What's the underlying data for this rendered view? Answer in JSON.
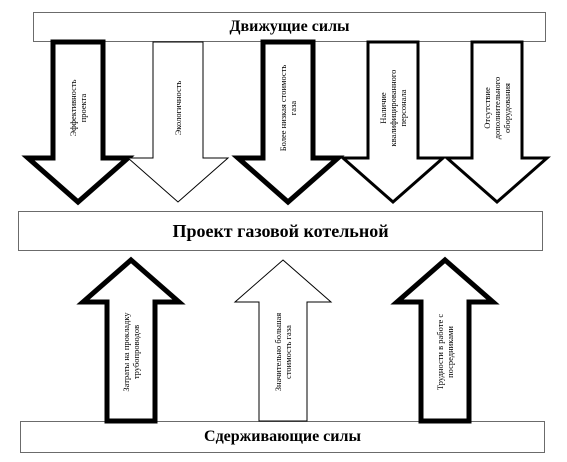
{
  "driving_forces_title": "Движущие силы",
  "project_title": "Проект газовой котельной",
  "restraining_forces_title": "Сдерживающие силы",
  "driving_forces": [
    {
      "lines": [
        "Эффективность",
        "проекта"
      ],
      "strength": "strong"
    },
    {
      "lines": [
        "Экологичность"
      ],
      "strength": "weak"
    },
    {
      "lines": [
        "Более низкая стоимость",
        "газа"
      ],
      "strength": "strong"
    },
    {
      "lines": [
        "Наличие",
        "квалифицированного",
        "персонала"
      ],
      "strength": "medium"
    },
    {
      "lines": [
        "Отсутствие",
        "дополнительного",
        "оборудования"
      ],
      "strength": "medium"
    }
  ],
  "restraining_forces": [
    {
      "lines": [
        "Затраты на прокладку",
        "трубопроводов"
      ],
      "strength": "strong"
    },
    {
      "lines": [
        "Значительно большая",
        "стоимость газа"
      ],
      "strength": "weak"
    },
    {
      "lines": [
        "Трудности в работе с",
        "посредниками"
      ],
      "strength": "strong"
    }
  ]
}
